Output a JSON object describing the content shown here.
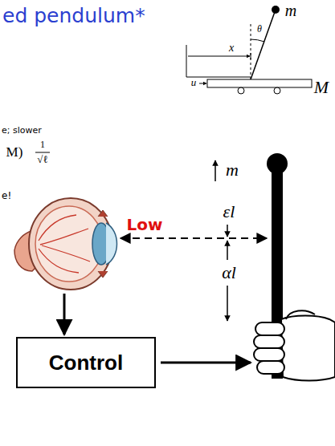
{
  "diagram": {
    "title": "ed pendulum*",
    "nodes": [
      {
        "text": [
          "Control"
        ]
      }
    ],
    "labels": [
      "e; slower",
      "M)",
      "1",
      "√ℓ",
      "e!",
      "m",
      "θ",
      "x",
      "u",
      "M",
      "m",
      "εl",
      "Low",
      "αl"
    ]
  }
}
